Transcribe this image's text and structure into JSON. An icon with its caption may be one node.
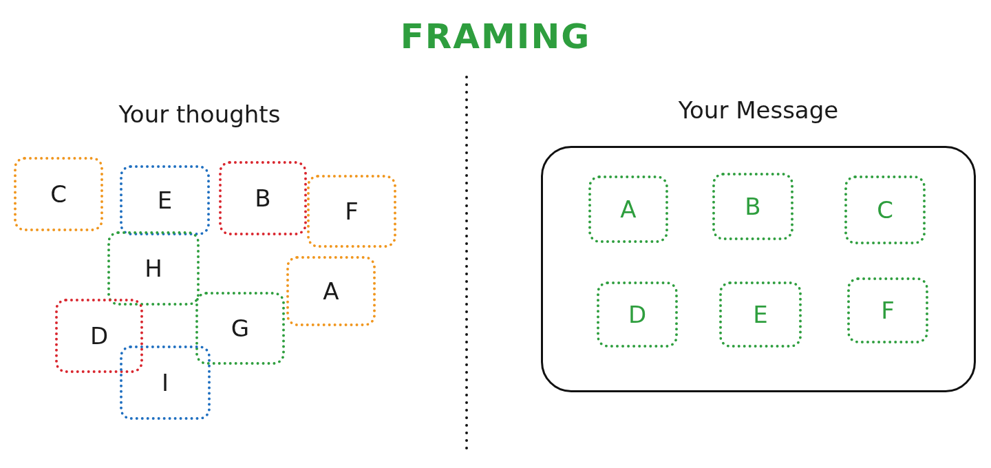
{
  "diagram": {
    "title": "FRAMING",
    "nodes": [
      {
        "text": [
          "C"
        ]
      },
      {
        "text": [
          "E"
        ]
      },
      {
        "text": [
          "B"
        ]
      },
      {
        "text": [
          "F"
        ]
      },
      {
        "text": [
          "H"
        ]
      },
      {
        "text": [
          "A"
        ]
      },
      {
        "text": [
          "D"
        ]
      },
      {
        "text": [
          "G"
        ]
      },
      {
        "text": [
          "I"
        ]
      },
      {
        "text": [
          "Your Message"
        ]
      },
      {
        "text": [
          "A"
        ],
        "in": 9
      },
      {
        "text": [
          "B"
        ],
        "in": 9
      },
      {
        "text": [
          "C"
        ],
        "in": 9
      },
      {
        "text": [
          "D"
        ],
        "in": 9
      },
      {
        "text": [
          "E"
        ],
        "in": 9
      },
      {
        "text": [
          "F"
        ],
        "in": 9
      }
    ],
    "labels": [
      "Your thoughts"
    ]
  }
}
